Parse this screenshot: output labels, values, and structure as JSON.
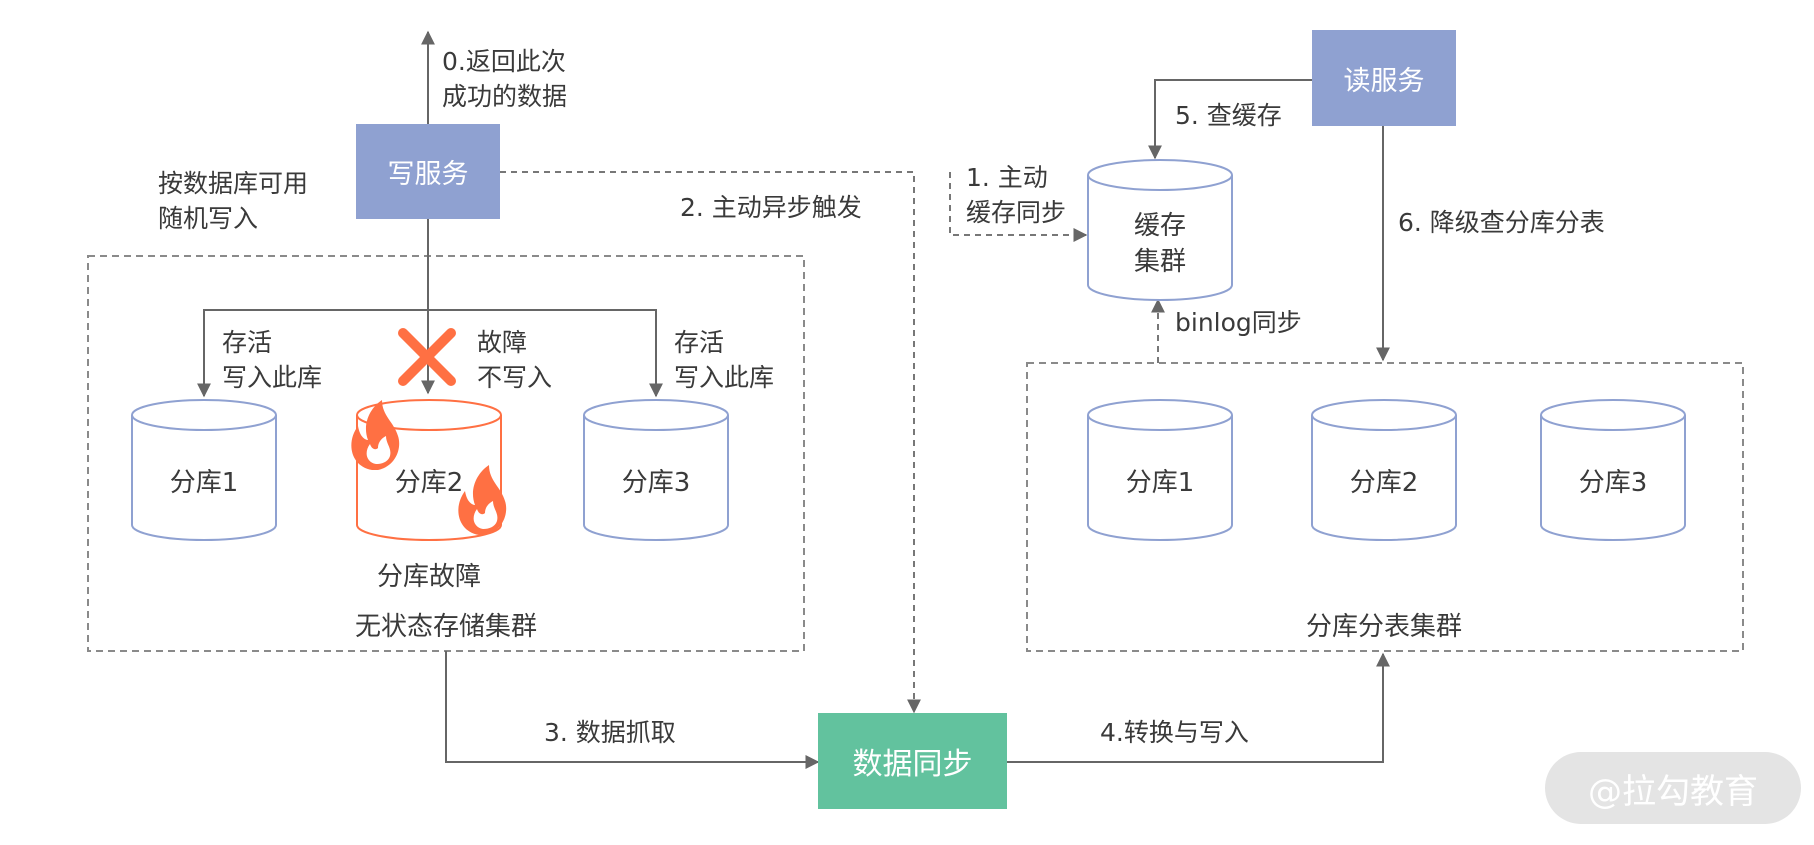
{
  "write_service": "写服务",
  "read_service": "读服务",
  "data_sync": "数据同步",
  "step0": "0.返回此次\n成功的数据",
  "write_policy": "按数据库可用\n随机写入",
  "step1": "1. 主动\n缓存同步",
  "step2": "2. 主动异步触发",
  "step3": "3. 数据抓取",
  "step4": "4.转换与写入",
  "step5": "5. 查缓存",
  "step6": "6. 降级查分库分表",
  "binlog_sync": "binlog同步",
  "cache_cluster": "缓存\n集群",
  "left_cluster": {
    "title": "无状态存储集群",
    "alive_left": "存活\n写入此库",
    "alive_right": "存活\n写入此库",
    "fault_note": "故障\n不写入",
    "fault_caption": "分库故障",
    "db1": "分库1",
    "db2": "分库2",
    "db3": "分库3"
  },
  "right_cluster": {
    "title": "分库分表集群",
    "db1": "分库1",
    "db2": "分库2",
    "db3": "分库3"
  },
  "watermark": "@拉勾教育",
  "colors": {
    "service_box": "#8fa1d1",
    "sync_box": "#62c29e",
    "db_stroke": "#8fa1d1",
    "fault": "#ff7043",
    "line": "#777777"
  }
}
